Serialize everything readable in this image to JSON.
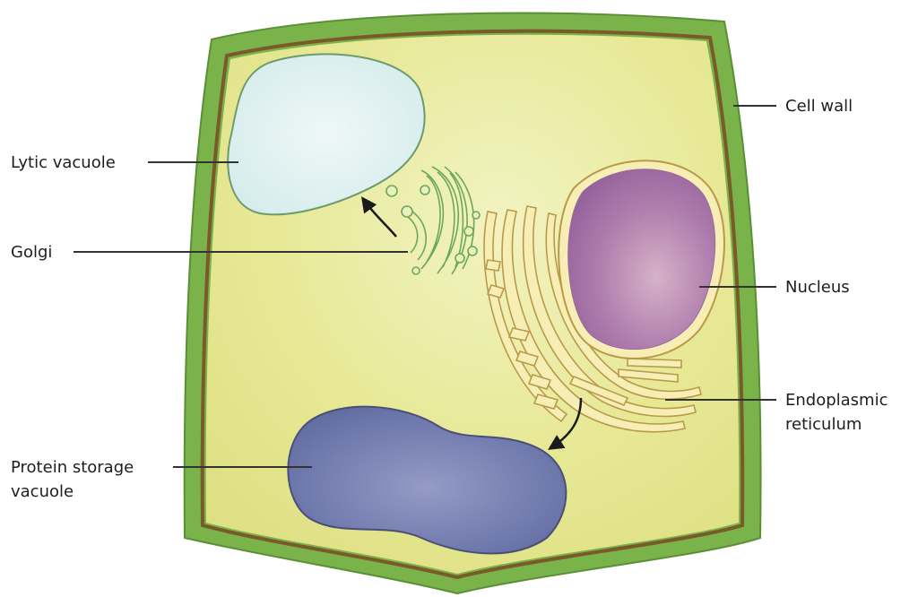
{
  "labels": {
    "cell_wall": "Cell wall",
    "lytic_vacuole": "Lytic vacuole",
    "golgi": "Golgi",
    "nucleus": "Nucleus",
    "endoplasmic_reticulum": [
      "Endoplasmic",
      "reticulum"
    ],
    "protein_storage_vacuole": [
      "Protein storage",
      "vacuole"
    ]
  },
  "colors": {
    "cell_wall": "#79b34a",
    "cell_wall_inner_line": "#7a5a2a",
    "cytoplasm": "#e8ea9a",
    "lytic_vacuole": "#e3f1f1",
    "golgi": "#8ec27a",
    "nucleus": "#a66fa0",
    "endoplasmic_reticulum": "#f4e9a4",
    "protein_storage_vacuole": "#6f79ab",
    "leader_line": "#333333"
  }
}
